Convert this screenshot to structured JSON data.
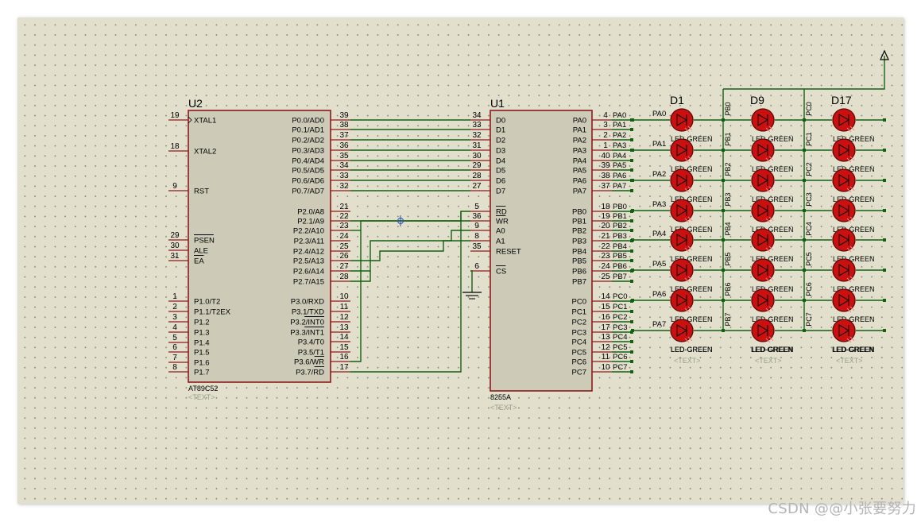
{
  "u2": {
    "ref": "U2",
    "part": "AT89C52",
    "text": "<TEXT>",
    "left_pins": [
      {
        "num": "19",
        "name": "XTAL1"
      },
      {
        "num": "18",
        "name": "XTAL2"
      },
      {
        "num": "9",
        "name": "RST"
      },
      {
        "num": "29",
        "name": "PSEN",
        "bar": true
      },
      {
        "num": "30",
        "name": "ALE"
      },
      {
        "num": "31",
        "name": "EA",
        "bar": true
      },
      {
        "num": "1",
        "name": "P1.0/T2"
      },
      {
        "num": "2",
        "name": "P1.1/T2EX"
      },
      {
        "num": "3",
        "name": "P1.2"
      },
      {
        "num": "4",
        "name": "P1.3"
      },
      {
        "num": "5",
        "name": "P1.4"
      },
      {
        "num": "6",
        "name": "P1.5"
      },
      {
        "num": "7",
        "name": "P1.6"
      },
      {
        "num": "8",
        "name": "P1.7"
      }
    ],
    "right_pins": [
      {
        "num": "39",
        "name": "P0.0/AD0"
      },
      {
        "num": "38",
        "name": "P0.1/AD1"
      },
      {
        "num": "37",
        "name": "P0.2/AD2"
      },
      {
        "num": "36",
        "name": "P0.3/AD3"
      },
      {
        "num": "35",
        "name": "P0.4/AD4"
      },
      {
        "num": "34",
        "name": "P0.5/AD5"
      },
      {
        "num": "33",
        "name": "P0.6/AD6"
      },
      {
        "num": "32",
        "name": "P0.7/AD7"
      },
      {
        "num": "21",
        "name": "P2.0/A8"
      },
      {
        "num": "22",
        "name": "P2.1/A9"
      },
      {
        "num": "23",
        "name": "P2.2/A10"
      },
      {
        "num": "24",
        "name": "P2.3/A11"
      },
      {
        "num": "25",
        "name": "P2.4/A12"
      },
      {
        "num": "26",
        "name": "P2.5/A13"
      },
      {
        "num": "27",
        "name": "P2.6/A14"
      },
      {
        "num": "28",
        "name": "P2.7/A15"
      },
      {
        "num": "10",
        "name": "P3.0/RXD"
      },
      {
        "num": "11",
        "name": "P3.1/TXD"
      },
      {
        "num": "12",
        "name": "P3.2/INT0",
        "bar": "INT0"
      },
      {
        "num": "13",
        "name": "P3.3/INT1",
        "bar": "INT1"
      },
      {
        "num": "14",
        "name": "P3.4/T0"
      },
      {
        "num": "15",
        "name": "P3.5/T1"
      },
      {
        "num": "16",
        "name": "P3.6/WR",
        "bar": "WR"
      },
      {
        "num": "17",
        "name": "P3.7/RD",
        "bar": "RD"
      }
    ]
  },
  "u1": {
    "ref": "U1",
    "part": "8255A",
    "text": "<TEXT>",
    "left_pins": [
      {
        "num": "34",
        "name": "D0"
      },
      {
        "num": "33",
        "name": "D1"
      },
      {
        "num": "32",
        "name": "D2"
      },
      {
        "num": "31",
        "name": "D3"
      },
      {
        "num": "30",
        "name": "D4"
      },
      {
        "num": "29",
        "name": "D5"
      },
      {
        "num": "28",
        "name": "D6"
      },
      {
        "num": "27",
        "name": "D7"
      },
      {
        "num": "5",
        "name": "RD",
        "bar": true
      },
      {
        "num": "36",
        "name": "WR",
        "bar": true
      },
      {
        "num": "9",
        "name": "A0"
      },
      {
        "num": "8",
        "name": "A1"
      },
      {
        "num": "35",
        "name": "RESET"
      },
      {
        "num": "6",
        "name": "CS",
        "bar": true
      }
    ],
    "right_pins": [
      {
        "num": "4",
        "name": "PA0",
        "net": "PA0"
      },
      {
        "num": "3",
        "name": "PA1",
        "net": "PA1"
      },
      {
        "num": "2",
        "name": "PA2",
        "net": "PA2"
      },
      {
        "num": "1",
        "name": "PA3",
        "net": "PA3"
      },
      {
        "num": "40",
        "name": "PA4",
        "net": "PA4"
      },
      {
        "num": "39",
        "name": "PA5",
        "net": "PA5"
      },
      {
        "num": "38",
        "name": "PA6",
        "net": "PA6"
      },
      {
        "num": "37",
        "name": "PA7",
        "net": "PA7"
      },
      {
        "num": "18",
        "name": "PB0",
        "net": "PB0"
      },
      {
        "num": "19",
        "name": "PB1",
        "net": "PB1"
      },
      {
        "num": "20",
        "name": "PB2",
        "net": "PB2"
      },
      {
        "num": "21",
        "name": "PB3",
        "net": "PB3"
      },
      {
        "num": "22",
        "name": "PB4",
        "net": "PB4"
      },
      {
        "num": "23",
        "name": "PB5",
        "net": "PB5"
      },
      {
        "num": "24",
        "name": "PB6",
        "net": "PB6"
      },
      {
        "num": "25",
        "name": "PB7",
        "net": "PB7"
      },
      {
        "num": "14",
        "name": "PC0",
        "net": "PC0"
      },
      {
        "num": "15",
        "name": "PC1",
        "net": "PC1"
      },
      {
        "num": "16",
        "name": "PC2",
        "net": "PC2"
      },
      {
        "num": "17",
        "name": "PC3",
        "net": "PC3"
      },
      {
        "num": "13",
        "name": "PC4",
        "net": "PC4"
      },
      {
        "num": "12",
        "name": "PC5",
        "net": "PC5"
      },
      {
        "num": "11",
        "name": "PC6",
        "net": "PC6"
      },
      {
        "num": "10",
        "name": "PC7",
        "net": "PC7"
      }
    ]
  },
  "led_columns": [
    {
      "ref": "D1",
      "row_nets": [
        "PA0",
        "PA1",
        "PA2",
        "PA3",
        "PA4",
        "PA5",
        "PA6",
        "PA7"
      ],
      "col_net": "",
      "part": "LED-GREEN",
      "text": "<TEXT>"
    },
    {
      "ref": "D9",
      "row_nets": [],
      "col_net": "PB",
      "part": "LED-GREEN",
      "text": "<TEXT>"
    },
    {
      "ref": "D17",
      "row_nets": [],
      "col_net": "PC",
      "part": "LED-GREEN",
      "text": "<TEXT>"
    }
  ],
  "led_part": "LED-GREEN",
  "watermark": "CSDN @@小张要努力",
  "colors": {
    "sheet": "#e2e0cc",
    "body_fill": "#cdcab8",
    "outline": "#8b1a1a",
    "wire": "#136113",
    "text": "#000000",
    "led": "#cc1010",
    "placeholder": "#9c9c8c"
  }
}
